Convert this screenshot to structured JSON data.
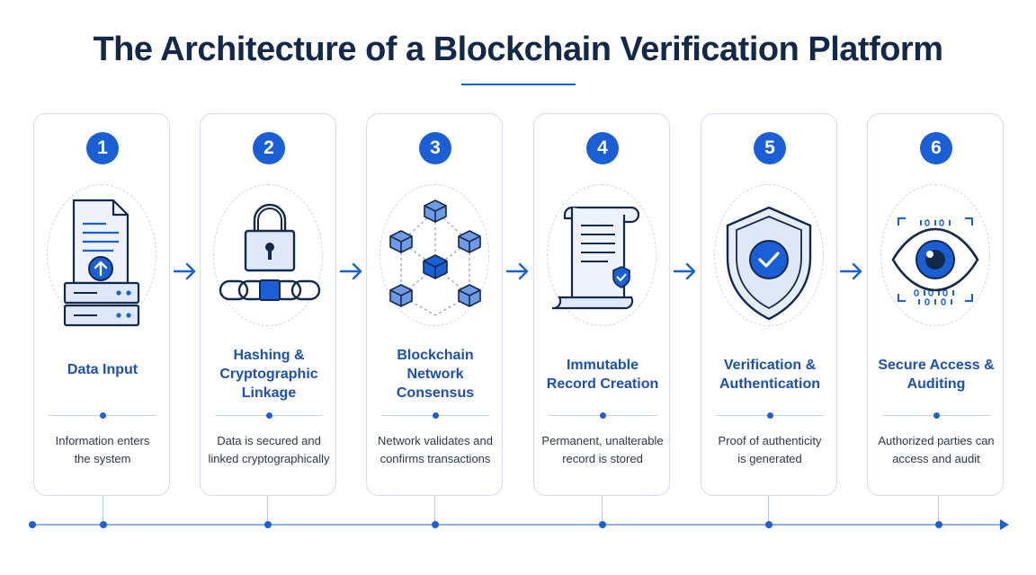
{
  "title": "The Architecture of a Blockchain Verification Platform",
  "steps": [
    {
      "number": "1",
      "title_lines": [
        "Data Input"
      ],
      "desc_lines": [
        "Information enters",
        "the system"
      ],
      "icon": "document-server-icon"
    },
    {
      "number": "2",
      "title_lines": [
        "Hashing &",
        "Cryptographic",
        "Linkage"
      ],
      "desc_lines": [
        "Data is secured and",
        "linked cryptographically"
      ],
      "icon": "padlock-chain-icon"
    },
    {
      "number": "3",
      "title_lines": [
        "Blockchain",
        "Network",
        "Consensus"
      ],
      "desc_lines": [
        "Network validates and",
        "confirms transactions"
      ],
      "icon": "block-network-icon"
    },
    {
      "number": "4",
      "title_lines": [
        "Immutable",
        "Record Creation"
      ],
      "desc_lines": [
        "Permanent, unalterable",
        "record is stored"
      ],
      "icon": "scroll-record-icon"
    },
    {
      "number": "5",
      "title_lines": [
        "Verification &",
        "Authentication"
      ],
      "desc_lines": [
        "Proof of authenticity",
        "is generated"
      ],
      "icon": "shield-check-icon"
    },
    {
      "number": "6",
      "title_lines": [
        "Secure Access &",
        "Auditing"
      ],
      "desc_lines": [
        "Authorized parties can",
        "access and audit"
      ],
      "icon": "eye-scan-icon"
    }
  ],
  "colors": {
    "accent": "#1a5fd6",
    "title": "#13294b",
    "step_title": "#1c4fb3",
    "border": "#d3dcea"
  }
}
